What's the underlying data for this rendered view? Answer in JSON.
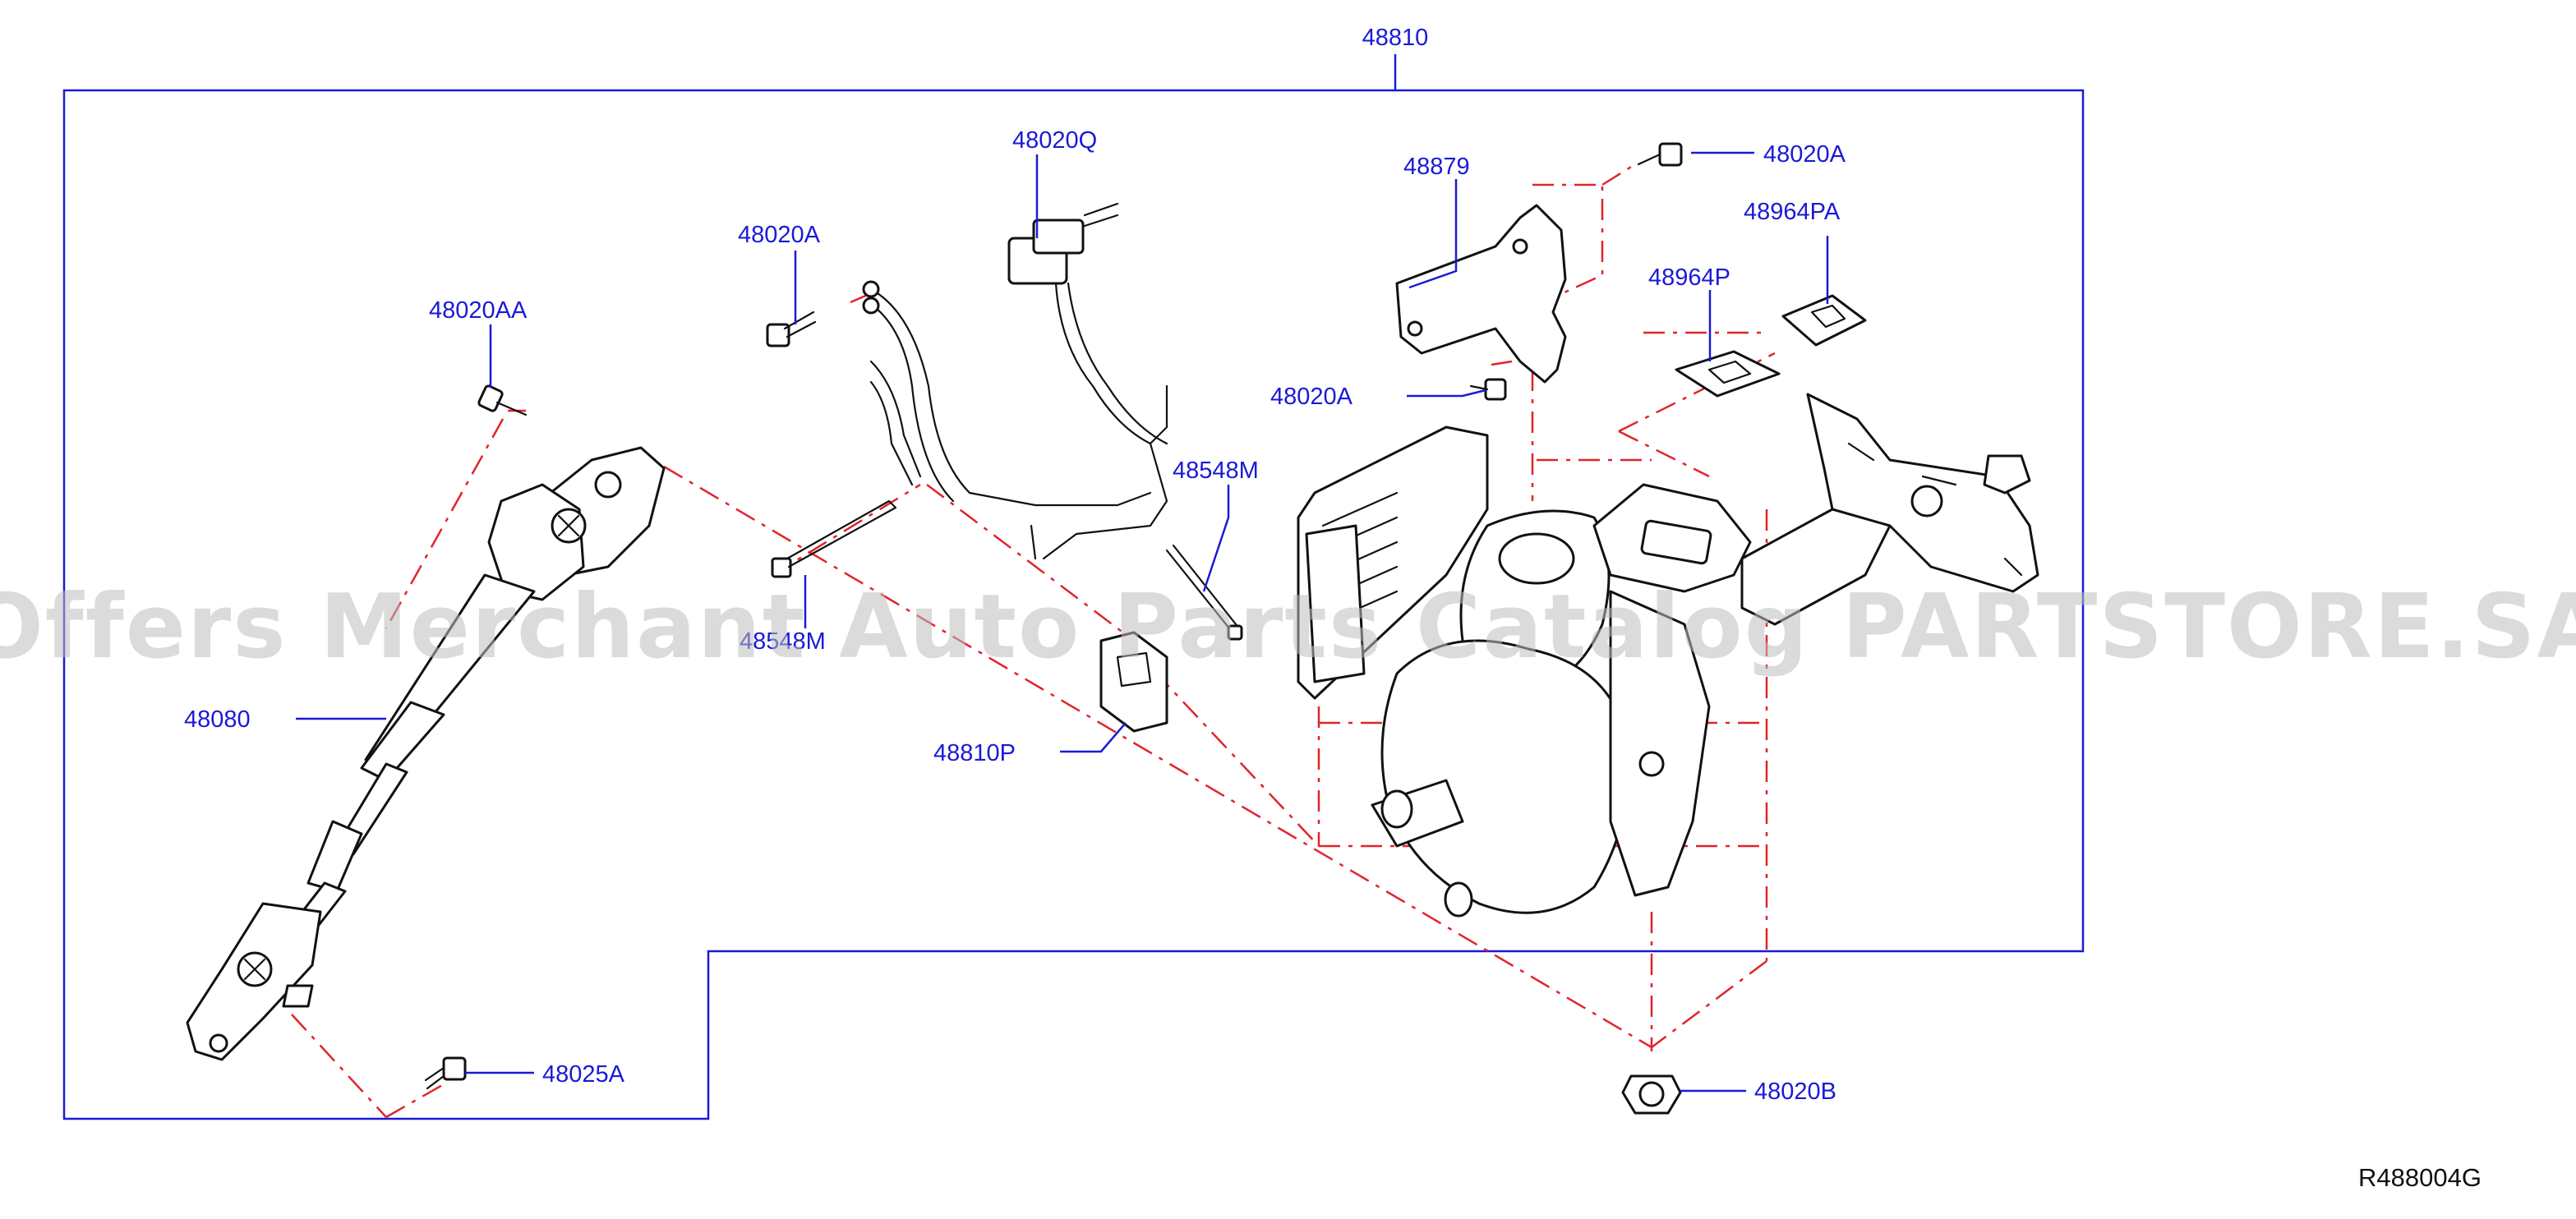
{
  "diagram_code": "R488004G",
  "watermark": "Offers Merchant Auto Parts Catalog PARTSTORE.SA",
  "colors": {
    "label": "#1a1ad6",
    "leader": "#1a1ad6",
    "centerline": "#e0242a",
    "outline": "#111111",
    "watermark": "#bdbdbd"
  },
  "parts": {
    "assembly": "48810",
    "connector_harness": "48020Q",
    "bolt_harness": "48020A",
    "bolt_shaft": "48020AA",
    "bracket": "48879",
    "bolt_bracket_top": "48020A",
    "bolt_bracket_side": "48020A",
    "clip_pa": "48964PA",
    "clip_p": "48964P",
    "tie_m": "48548M",
    "tie_m2": "48548M",
    "lower_shaft": "48080",
    "connector_cover": "48810P",
    "bolt_lower": "48025A",
    "nut": "48020B"
  }
}
